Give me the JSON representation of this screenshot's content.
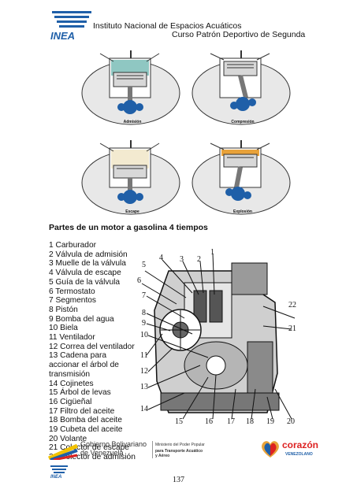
{
  "header": {
    "logo_text": "INEA",
    "line1": "Instituto Nacional de Espacios Acuáticos",
    "line2": "Curso Patrón Deportivo de Segunda"
  },
  "diagrams": [
    {
      "caption": "Admisión"
    },
    {
      "caption": "Compresión"
    },
    {
      "caption": "Escape"
    },
    {
      "caption": "Explosión"
    }
  ],
  "section_title": "Partes de un motor a gasolina 4 tiempos",
  "parts": [
    "1 Carburador",
    "2 Válvula de admisión",
    "3 Muelle de la válvula",
    "4 Válvula de escape",
    "5 Guía de la válvula",
    "6 Termostato",
    "7 Segmentos",
    "8 Pistón",
    "9 Bomba del agua",
    "10 Biela",
    "11 Ventilador",
    "12 Correa del ventilador",
    "13 Cadena para accionar el árbol de transmisión",
    "14 Cojinetes",
    "15 Árbol de levas",
    "16 Cigüeñal",
    "17 Filtro del aceite",
    "18 Bomba del aceite",
    "19 Cubeta del aceite",
    "20 Volante",
    "21 Colector de escape",
    "22 Colector de admisión"
  ],
  "engine_labels": {
    "n1": "1",
    "n2": "2",
    "n3": "3",
    "n4": "4",
    "n5": "5",
    "n6": "6",
    "n7": "7",
    "n8": "8",
    "n9": "9",
    "n10": "10",
    "n11": "11",
    "n12": "12",
    "n13": "13",
    "n14": "14",
    "n15": "15",
    "n16": "16",
    "n17": "17",
    "n18": "18",
    "n19": "19",
    "n20": "20",
    "n21": "21",
    "n22": "22"
  },
  "footer": {
    "gov_line1": "Gobierno Bolivariano",
    "gov_line2": "de Venezuela",
    "ministry_line1": "Ministerio del Poder Popular",
    "ministry_line2": "para Transporte Acuático y Aéreo",
    "heart_text": "corazón",
    "heart_sub": "VENEZOLANO",
    "inea_small": "INEA",
    "page_number": "137"
  },
  "colors": {
    "blue": "#1f5fa8",
    "cylinder_admision": "#8fc7c2",
    "cylinder_escape": "#f3ead0",
    "flame": "#e8a23a"
  }
}
